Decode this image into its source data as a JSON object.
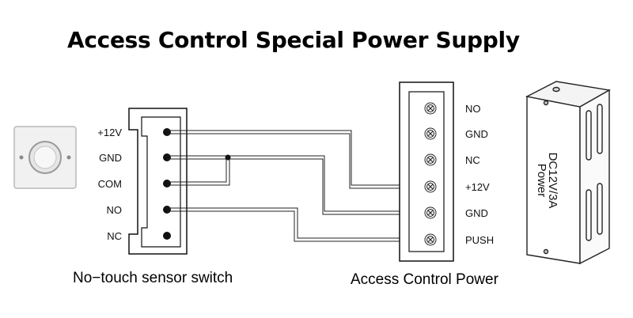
{
  "title": "Access Control Special Power Supply",
  "sensor_switch": {
    "caption": "No−touch sensor switch",
    "pins": [
      "+12V",
      "GND",
      "COM",
      "NO",
      "NC"
    ]
  },
  "power_terminal": {
    "caption": "Access Control Power",
    "pins": [
      "NO",
      "GND",
      "NC",
      "+12V",
      "GND",
      "PUSH"
    ]
  },
  "psu_box": {
    "label_line1": "DC12V/3A",
    "label_line2": "Power"
  },
  "connections": [
    {
      "from": "+12V",
      "to": "+12V"
    },
    {
      "from": "GND",
      "to": "GND"
    },
    {
      "from": "COM",
      "to": "GND"
    },
    {
      "from": "NO",
      "to": "PUSH"
    }
  ]
}
